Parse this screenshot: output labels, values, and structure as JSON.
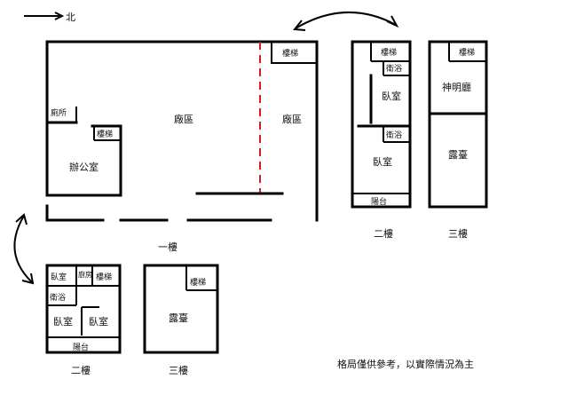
{
  "compass": {
    "north": "北"
  },
  "floor1": {
    "toilet": "廁所",
    "stairs_office": "樓梯",
    "office": "辦公室",
    "factory_main": "廠區",
    "factory_right": "廠區",
    "stairs_right": "樓梯",
    "caption": "一樓"
  },
  "bldgA_f2": {
    "stairs": "樓梯",
    "bath_top": "衛浴",
    "bedroom_top": "臥室",
    "bath_mid": "衛浴",
    "bedroom_bottom": "臥室",
    "balcony": "陽台",
    "caption": "二樓"
  },
  "bldgA_f3": {
    "stairs": "樓梯",
    "shrine": "神明廳",
    "terrace": "露臺",
    "caption": "三樓"
  },
  "bldgB_f2": {
    "bedroom_top": "臥室",
    "kitchen": "廚房",
    "stairs": "樓梯",
    "bath": "衛浴",
    "bedroom_left": "臥室",
    "bedroom_right": "臥室",
    "balcony": "陽台",
    "caption": "二樓"
  },
  "bldgB_f3": {
    "stairs": "樓梯",
    "terrace": "露臺",
    "caption": "三樓"
  },
  "note": "格局僅供參考，以實際情況為主"
}
